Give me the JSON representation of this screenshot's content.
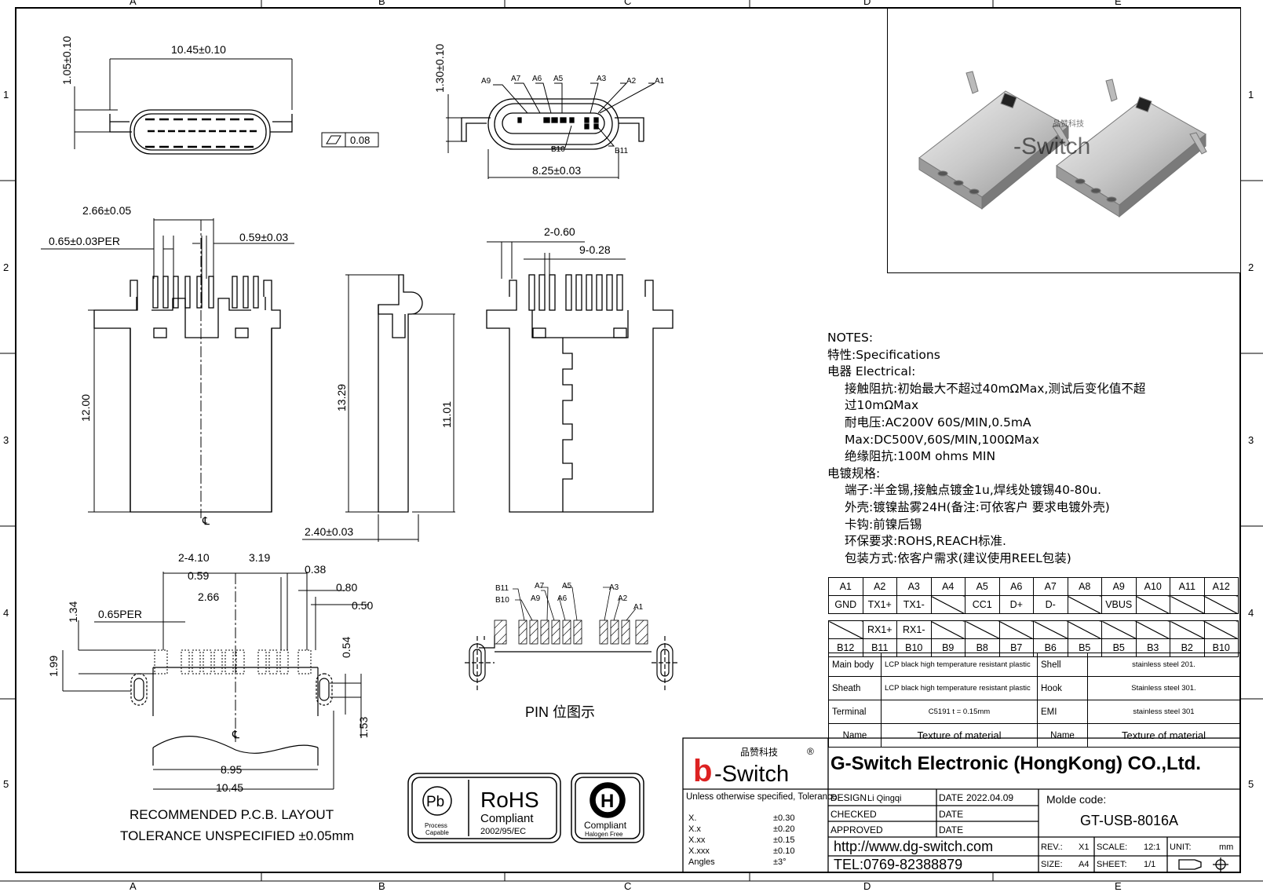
{
  "frame": {
    "col_letters": [
      "A",
      "B",
      "C",
      "D",
      "E"
    ],
    "row_numbers": [
      "1",
      "2",
      "3",
      "4",
      "5"
    ]
  },
  "dims": {
    "top_width": "10.45±0.10",
    "top_height": "1.05±0.10",
    "flatness": "0.08",
    "front_height": "1.30±0.10",
    "front_width": "8.25±0.03",
    "pins_top": [
      "A9",
      "A7",
      "A6",
      "A5",
      "A3",
      "A2",
      "A1"
    ],
    "pins_bot": [
      "B10",
      "B11"
    ],
    "d_266": "2.66±0.05",
    "d_065": "0.65±0.03PER",
    "d_059": "0.59±0.03",
    "d_1200": "12.00",
    "d_1329": "13.29",
    "d_1101": "11.01",
    "d_240": "2.40±0.03",
    "d_260": "2-0.60",
    "d_928": "9-0.28",
    "centerline": "℄"
  },
  "pcb": {
    "d_2410": "2-4.10",
    "d_319": "3.19",
    "d_059": "0.59",
    "d_038": "0.38",
    "d_080": "0.80",
    "d_266": "2.66",
    "d_050": "0.50",
    "d_134": "1.34",
    "d_065per": "0.65PER",
    "d_199": "1.99",
    "d_054": "0.54",
    "d_153": "1.53",
    "d_895": "8.95",
    "d_1045": "10.45",
    "label1": "RECOMMENDED  P.C.B. LAYOUT",
    "label2": "TOLERANCE UNSPECIFIED ±0.05mm"
  },
  "pinmap": {
    "labels_left": [
      "B11",
      "B10",
      "A9",
      "A7",
      "A6",
      "A5"
    ],
    "labels_right": [
      "A3",
      "A2",
      "A1"
    ],
    "caption": "PIN 位图示"
  },
  "cert": {
    "pb": "Pb",
    "pb_sub1": "Process",
    "pb_sub2": "Capable",
    "rohs": "RoHS",
    "rohs_sub": "Compliant",
    "rohs_code": "2002/95/EC",
    "halogen_sub": "Compliant",
    "halogen_sub2": "Halogen Free",
    "halogen_icon": "H"
  },
  "photo": {
    "watermark": "-Switch",
    "watermark_cn": "品赞科技"
  },
  "notes": {
    "title": "NOTES:",
    "lines": [
      "特性:Specifications",
      "电器 Electrical:"
    ],
    "indented": [
      "接触阻抗:初始最大不超过40mΩMax,测试后变化值不超",
      "过10mΩMax",
      "耐电压:AC200V 60S/MIN,0.5mA",
      "Max:DC500V,60S/MIN,100ΩMax",
      "绝缘阻抗:100M ohms MIN"
    ],
    "plating_title": "电镀规格:",
    "plating": [
      "端子:半金锡,接触点镀金1u,焊线处镀锡40-80u.",
      "外壳:镀镍盐雾24H(备注:可依客户 要求电镀外壳)",
      "卡钩:前镍后锡",
      "环保要求:ROHS,REACH标准.",
      "包装方式:依客户需求(建议使用REEL包装)"
    ]
  },
  "pin_table": {
    "a_row": [
      "A1",
      "A2",
      "A3",
      "A4",
      "A5",
      "A6",
      "A7",
      "A8",
      "A9",
      "A10",
      "A11",
      "A12"
    ],
    "a_sig": [
      "GND",
      "TX1+",
      "TX1-",
      "",
      "CC1",
      "D+",
      "D-",
      "",
      "VBUS",
      "",
      "",
      ""
    ],
    "b_sig": [
      "",
      "RX1+",
      "RX1-",
      "",
      "",
      "",
      "",
      "",
      "",
      "",
      "",
      ""
    ],
    "b_row": [
      "B12",
      "B11",
      "B10",
      "B9",
      "B8",
      "B7",
      "B6",
      "B5",
      "B5",
      "B3",
      "B2",
      "B10"
    ]
  },
  "materials": {
    "rows": [
      {
        "n1": "Main body",
        "t1": "LCP black high temperature resistant plastic",
        "n2": "Shell",
        "t2": "stainless steel 201."
      },
      {
        "n1": "Sheath",
        "t1": "LCP black high temperature resistant plastic",
        "n2": "Hook",
        "t2": "Stainless steel 301."
      },
      {
        "n1": "Terminal",
        "t1": "C5191 t = 0.15mm",
        "n2": "EMI",
        "t2": "stainless steel 301"
      },
      {
        "n1": "Name",
        "t1": "Texture of material",
        "n2": "Name",
        "t2": "Texture of material"
      }
    ]
  },
  "title_block": {
    "logo_cn": "品赞科技",
    "logo_en": "-Switch",
    "logo_b": "b",
    "reg": "®",
    "company": "G-Switch Electronic (HongKong) CO.,Ltd.",
    "tol_title": "Unless otherwise specified, Tolerance:",
    "tol": [
      {
        "k": "X.",
        "v": "±0.30"
      },
      {
        "k": "X.x",
        "v": "±0.20"
      },
      {
        "k": "X.xx",
        "v": "±0.15"
      },
      {
        "k": "X.xxx",
        "v": "±0.10"
      },
      {
        "k": "Angles",
        "v": "±3°"
      }
    ],
    "design": "DESIGN",
    "designer": "Li Qingqi",
    "date_lbl": "DATE",
    "date": "2022.04.09",
    "checked": "CHECKED",
    "approved": "APPROVED",
    "url": "http://www.dg-switch.com",
    "tel": "TEL:0769-82388879",
    "molde_lbl": "Molde code:",
    "molde": "GT-USB-8016A",
    "rev_lbl": "REV.:",
    "rev": "X1",
    "scale_lbl": "SCALE:",
    "scale": "12:1",
    "unit_lbl": "UNIT:",
    "unit": "mm",
    "size_lbl": "SIZE:",
    "size": "A4",
    "sheet_lbl": "SHEET:",
    "sheet": "1/1"
  }
}
